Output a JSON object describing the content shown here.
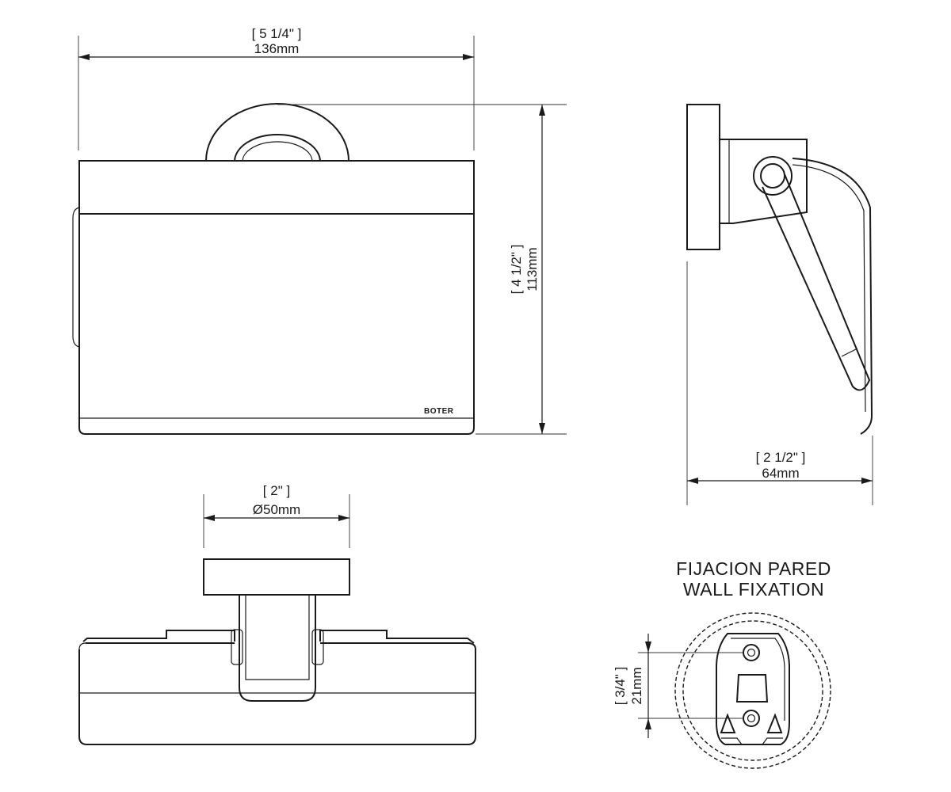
{
  "dimensions": {
    "width": {
      "imperial": "[ 5 1/4\" ]",
      "metric": "136mm"
    },
    "height": {
      "imperial": "[ 4 1/2\" ]",
      "metric": "113mm"
    },
    "depth": {
      "imperial": "[ 2 1/2\" ]",
      "metric": "64mm"
    },
    "flange": {
      "imperial": "[ 2\" ]",
      "metric": "Ø50mm"
    },
    "fixing_pitch": {
      "imperial": "[ 3/4\" ]",
      "metric": "21mm"
    }
  },
  "labels": {
    "fixation_line1": "FIJACION PARED",
    "fixation_line2": "WALL FIXATION",
    "brand": "BOTER"
  }
}
